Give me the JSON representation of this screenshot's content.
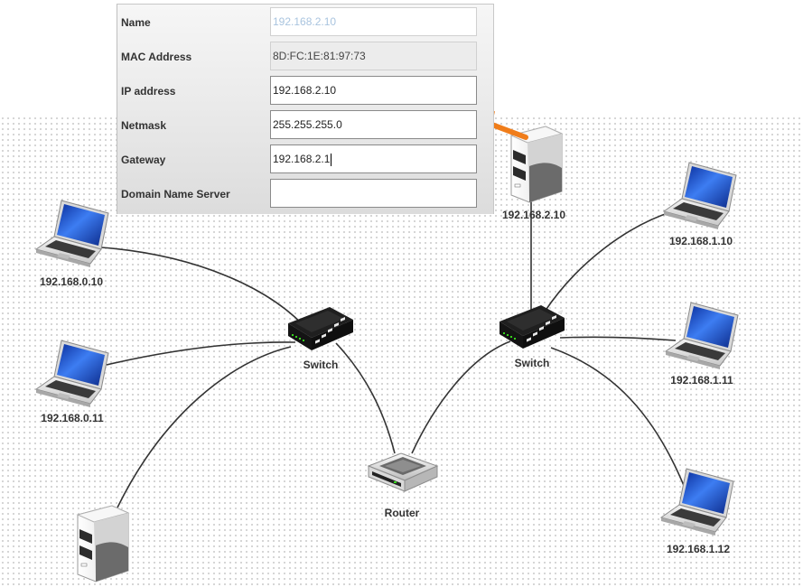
{
  "properties_panel": {
    "fields": [
      {
        "label": "Name",
        "value": "192.168.2.10"
      },
      {
        "label": "MAC Address",
        "value": "8D:FC:1E:81:97:73"
      },
      {
        "label": "IP address",
        "value": "192.168.2.10"
      },
      {
        "label": "Netmask",
        "value": "255.255.255.0"
      },
      {
        "label": "Gateway",
        "value": "192.168.2.1"
      },
      {
        "label": "Domain Name Server",
        "value": ""
      }
    ]
  },
  "network": {
    "left_laptop_1": "192.168.0.10",
    "left_laptop_2": "192.168.0.11",
    "left_switch": "Switch",
    "right_switch": "Switch",
    "router": "Router",
    "server_top": "192.168.2.10",
    "right_laptop_1": "192.168.1.10",
    "right_laptop_2": "192.168.1.11",
    "right_laptop_3": "192.168.1.12"
  },
  "colors": {
    "arrow": "#f07d1a",
    "screen": "#1b4fd8",
    "wire": "#333333"
  }
}
